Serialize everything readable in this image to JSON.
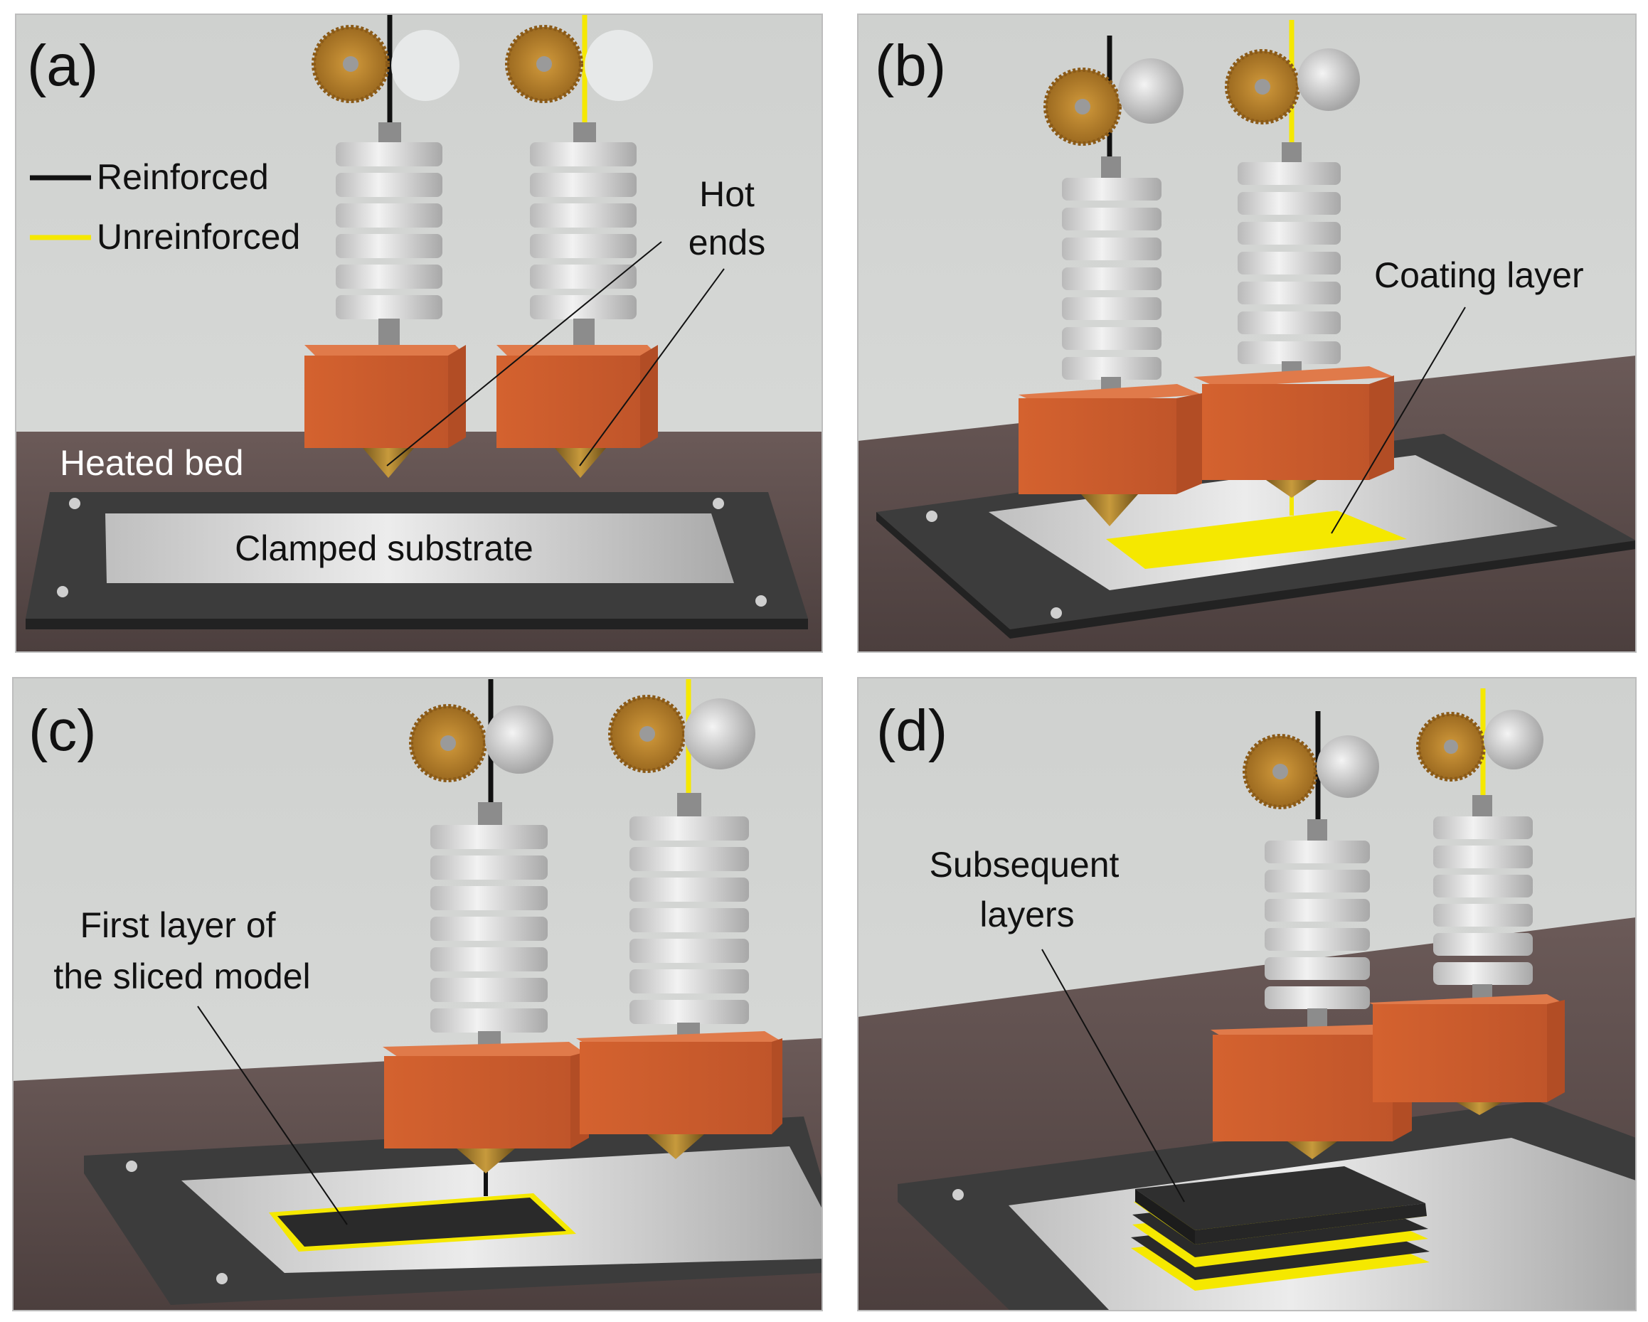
{
  "colors": {
    "reinforced": "#111111",
    "unreinforced": "#f5e800",
    "hot_end_block": "#c8582a",
    "gear": "#b07a2a",
    "heatsink": "#dcdcdc",
    "bed_frame": "#3a3a3a",
    "substrate": "#c9c9c9",
    "table": "#5a4a48",
    "background": "#d6d8d6"
  },
  "panels": [
    {
      "id": "a",
      "label": "(a)",
      "legend": [
        {
          "text": "Reinforced",
          "color": "#111111"
        },
        {
          "text": "Unreinforced",
          "color": "#f5e800"
        }
      ],
      "annotations": {
        "hot_ends_line1": "Hot",
        "hot_ends_line2": "ends",
        "heated_bed": "Heated bed",
        "clamped_substrate": "Clamped substrate"
      }
    },
    {
      "id": "b",
      "label": "(b)",
      "annotations": {
        "coating_layer": "Coating layer"
      }
    },
    {
      "id": "c",
      "label": "(c)",
      "annotations": {
        "first_layer_line1": "First layer of",
        "first_layer_line2": "the sliced model"
      }
    },
    {
      "id": "d",
      "label": "(d)",
      "annotations": {
        "subsequent_line1": "Subsequent",
        "subsequent_line2": "layers"
      }
    }
  ]
}
